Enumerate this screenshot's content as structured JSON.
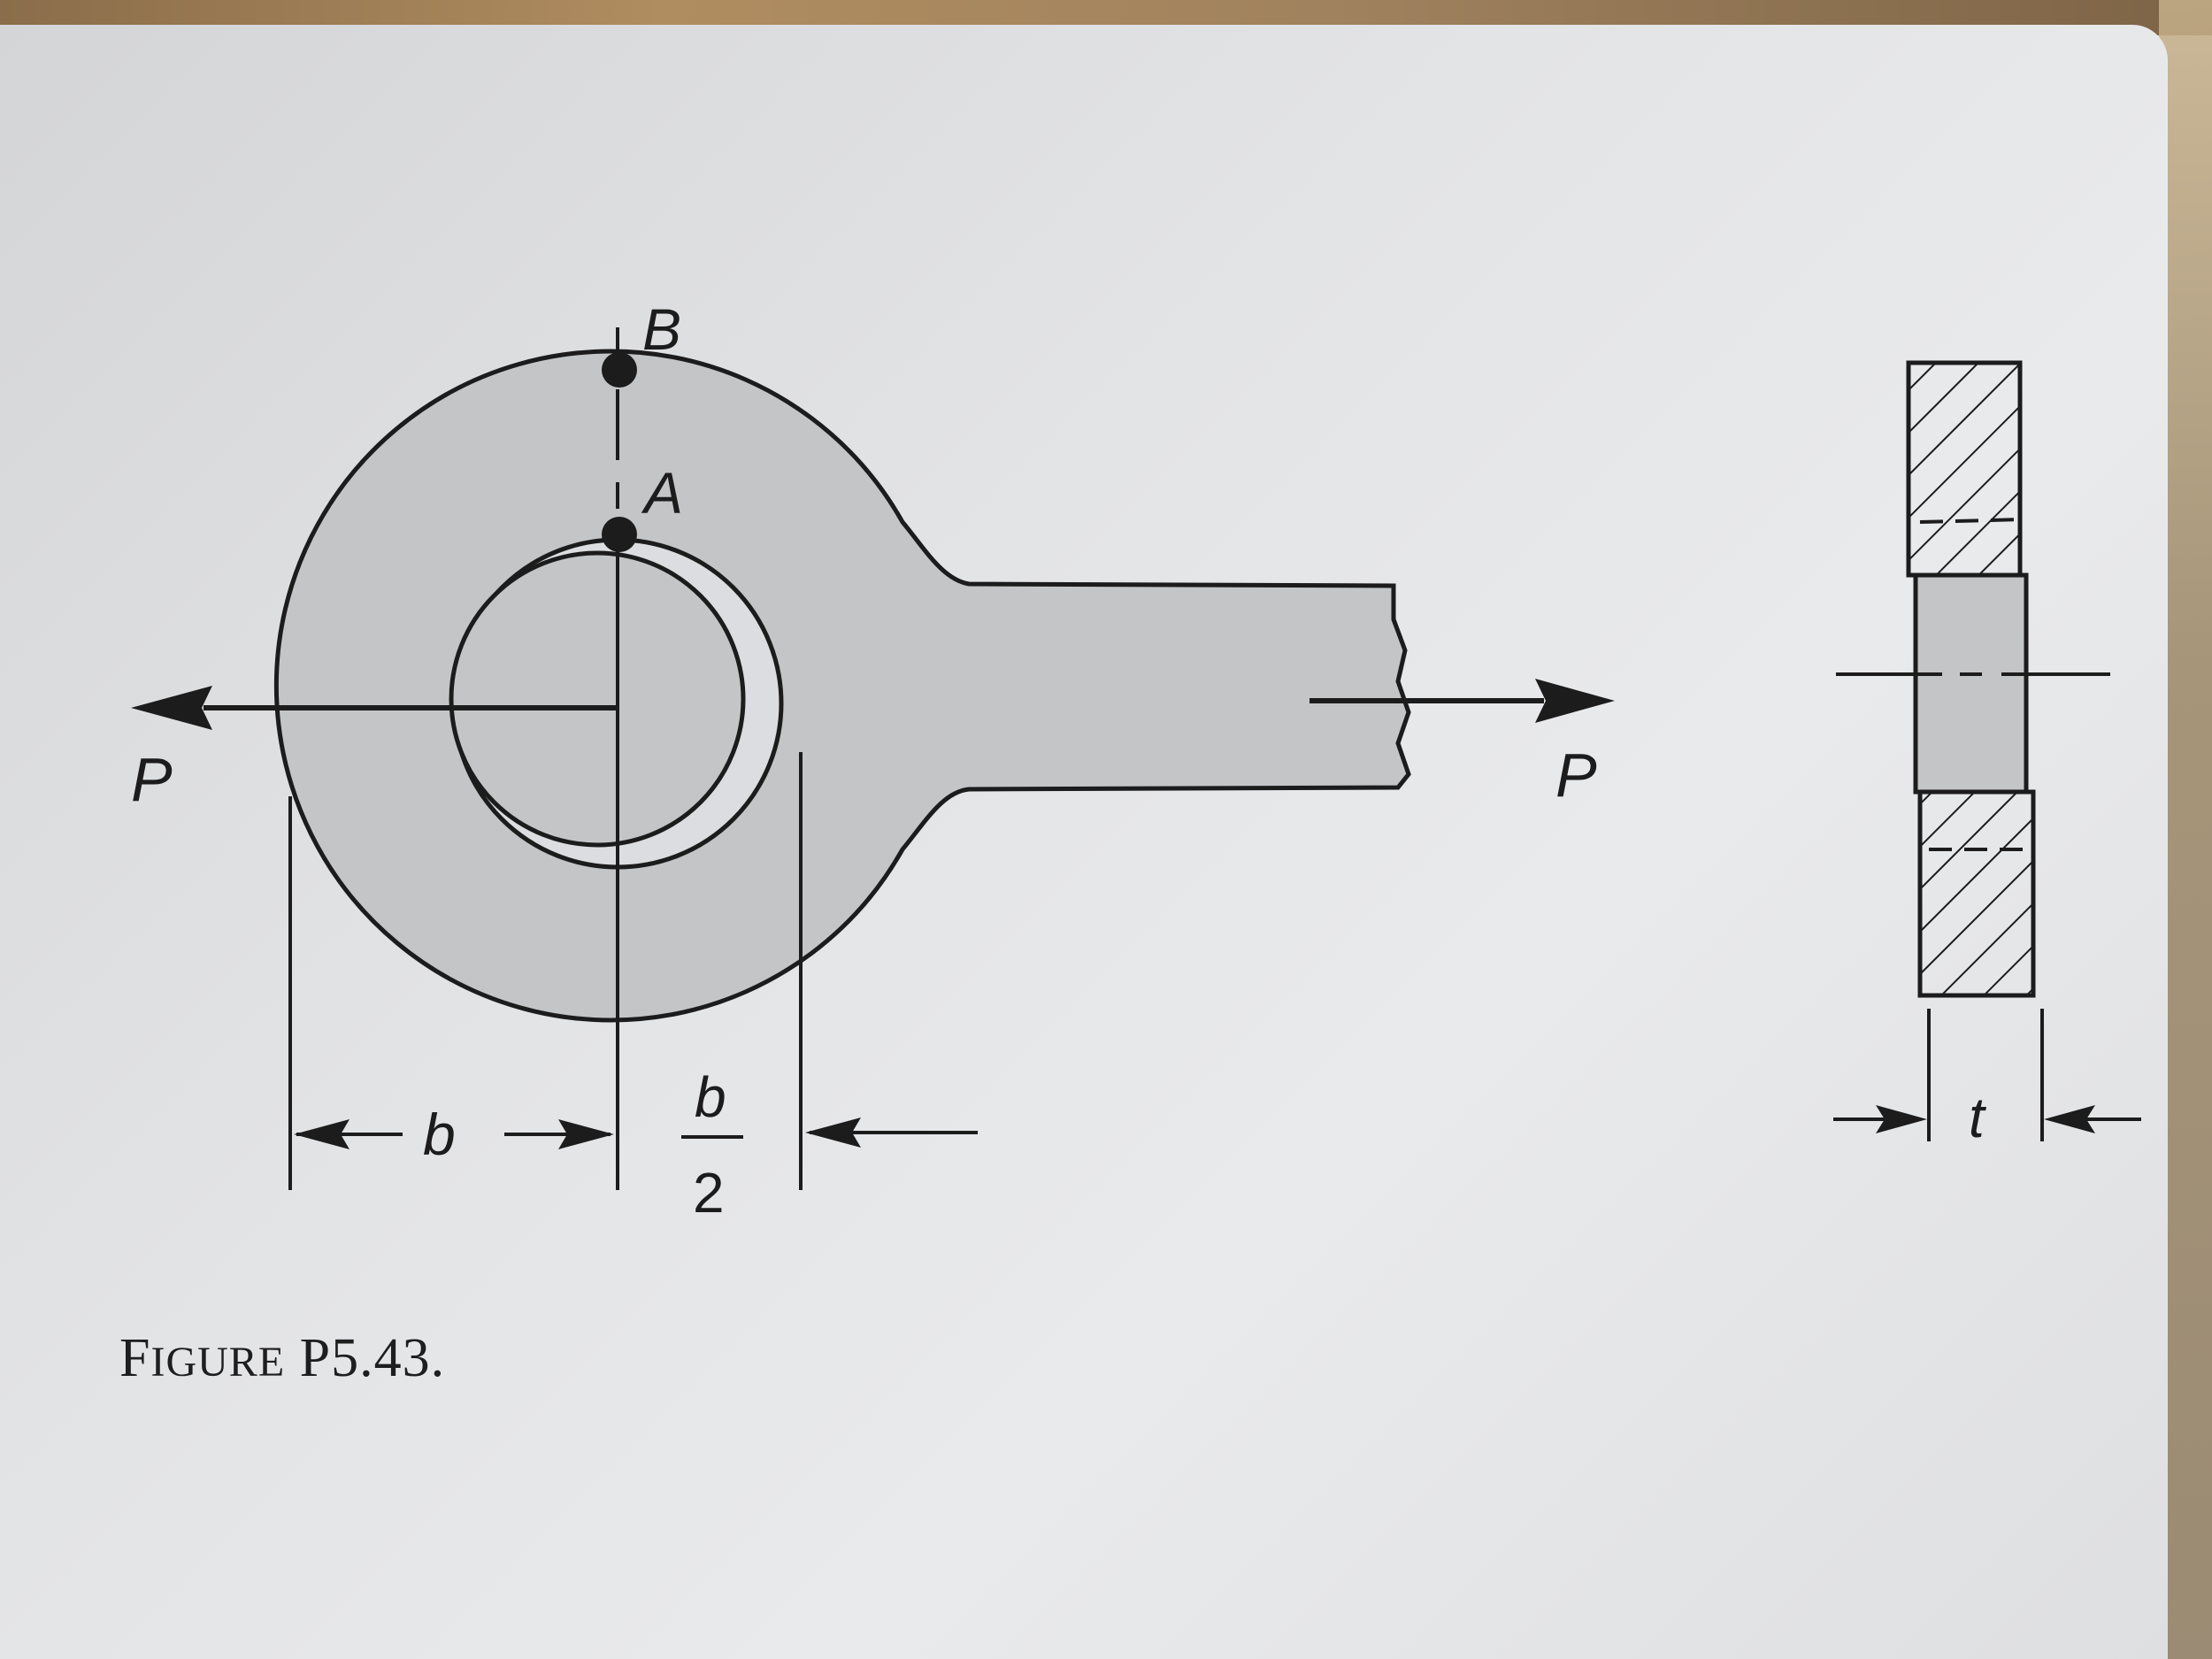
{
  "labels": {
    "point_b": "B",
    "point_a": "A",
    "force_left": "P",
    "force_right": "P",
    "dim_b": "b",
    "dim_half_num": "b",
    "dim_half_den": "2",
    "dim_t": "t"
  },
  "caption": {
    "first_letter": "F",
    "small_caps": "IGURE",
    "number": " P5.43."
  },
  "colors": {
    "ink": "#1c1c1c",
    "fill": "#c4c5c7",
    "paper": "#e5e6e8"
  }
}
